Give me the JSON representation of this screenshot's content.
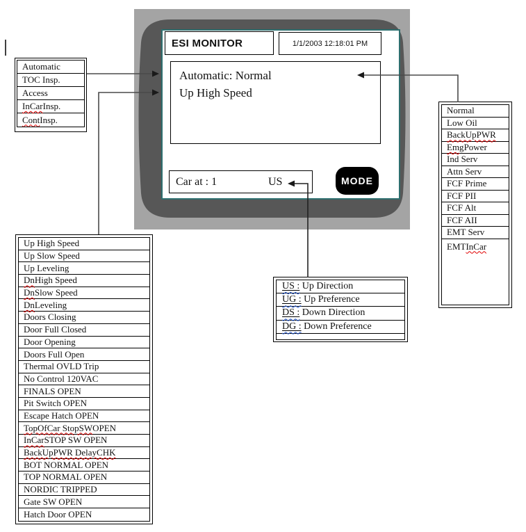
{
  "monitor": {
    "title": "ESI MONITOR",
    "datetime": "1/1/2003 12:18:01 PM",
    "display_line1": "Automatic: Normal",
    "display_line2": "Up High Speed",
    "car_label": "Car at : 1",
    "direction_code": "US",
    "mode_button_label": "MODE"
  },
  "mode_list": {
    "items": [
      {
        "text": "Automatic"
      },
      {
        "text": "TOC Insp."
      },
      {
        "text": "Access"
      },
      {
        "text": "InCar Insp.",
        "squiggle": "InCar"
      },
      {
        "text": "Cont Insp.",
        "squiggle": "Cont"
      }
    ]
  },
  "status_list": {
    "items": [
      {
        "text": "Normal"
      },
      {
        "text": "Low Oil"
      },
      {
        "text": "BackUpPWR",
        "squiggle": "BackUpPWR"
      },
      {
        "text": "Emg Power",
        "squiggle": "Emg"
      },
      {
        "text": "Ind Serv"
      },
      {
        "text": "Attn Serv"
      },
      {
        "text": "FCF Prime"
      },
      {
        "text": "FCF PII"
      },
      {
        "text": "FCF Alt"
      },
      {
        "text": "FCF AII"
      },
      {
        "text": "EMT Serv"
      },
      {
        "text": "EMT InCar",
        "squiggle": "InCar"
      }
    ]
  },
  "state_list": {
    "items": [
      {
        "text": "Up High Speed"
      },
      {
        "text": "Up Slow Speed"
      },
      {
        "text": "Up Leveling"
      },
      {
        "text": "Dn High Speed",
        "squiggle": "Dn"
      },
      {
        "text": "Dn Slow Speed",
        "squiggle": "Dn"
      },
      {
        "text": "Dn Leveling",
        "squiggle": "Dn"
      },
      {
        "text": "Doors Closing"
      },
      {
        "text": "Door Full Closed"
      },
      {
        "text": "Door Opening"
      },
      {
        "text": "Doors Full Open"
      },
      {
        "text": "Thermal OVLD Trip"
      },
      {
        "text": "No Control 120VAC"
      },
      {
        "text": "FINALS OPEN"
      },
      {
        "text": "Pit Switch OPEN"
      },
      {
        "text": "Escape Hatch OPEN"
      },
      {
        "text": "TopOfCar StopSW OPEN",
        "squiggle": "TopOfCar StopSW"
      },
      {
        "text": "InCar STOP SW OPEN",
        "squiggle": "InCar"
      },
      {
        "text": "BackUpPWR DelayCHK",
        "squiggle": "BackUpPWR DelayCHK"
      },
      {
        "text": "BOT NORMAL OPEN"
      },
      {
        "text": "TOP NORMAL OPEN"
      },
      {
        "text": "NORDIC TRIPPED"
      },
      {
        "text": "Gate SW OPEN"
      },
      {
        "text": "Hatch Door OPEN"
      }
    ]
  },
  "direction_legend": {
    "items": [
      {
        "code": "US :",
        "desc": "Up Direction"
      },
      {
        "code": "UG :",
        "desc": "Up Preference"
      },
      {
        "code": "DS :",
        "desc": "Down Direction"
      },
      {
        "code": "DG :",
        "desc": "Down Preference"
      }
    ]
  },
  "colors": {
    "bezel_light": "#a4a4a4",
    "bezel_dark": "#575757",
    "screen_border": "#2e6f6f",
    "connector": "#4a4a4a",
    "arrowhead": "#1a1a1a",
    "spellcheck_red": "#e00000",
    "grammar_blue": "#2b5fd9"
  }
}
